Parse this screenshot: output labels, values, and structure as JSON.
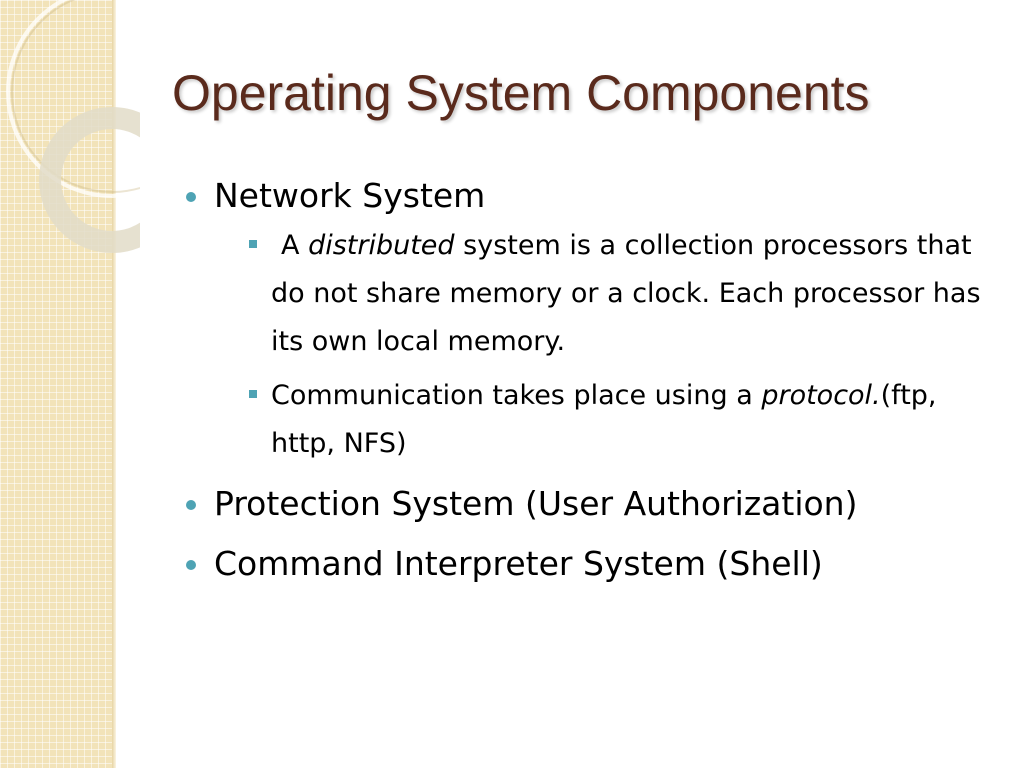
{
  "slide": {
    "title": "Operating System Components",
    "colors": {
      "title": "#5a2a1c",
      "bullet": "#4ea3b4",
      "band": "#f2e3b9"
    },
    "items": [
      {
        "text": "Network System",
        "sub": [
          {
            "lead": "A",
            "em": "distributed",
            "rest": " system is a collection processors that do not share memory or a clock.  Each processor has its own local memory."
          },
          {
            "lead": "Communication takes place using a ",
            "em": "protocol.",
            "rest": "(ftp, http, NFS)"
          }
        ]
      },
      {
        "text": "Protection System (User Authorization)"
      },
      {
        "text": "Command Interpreter System (Shell)"
      }
    ]
  }
}
